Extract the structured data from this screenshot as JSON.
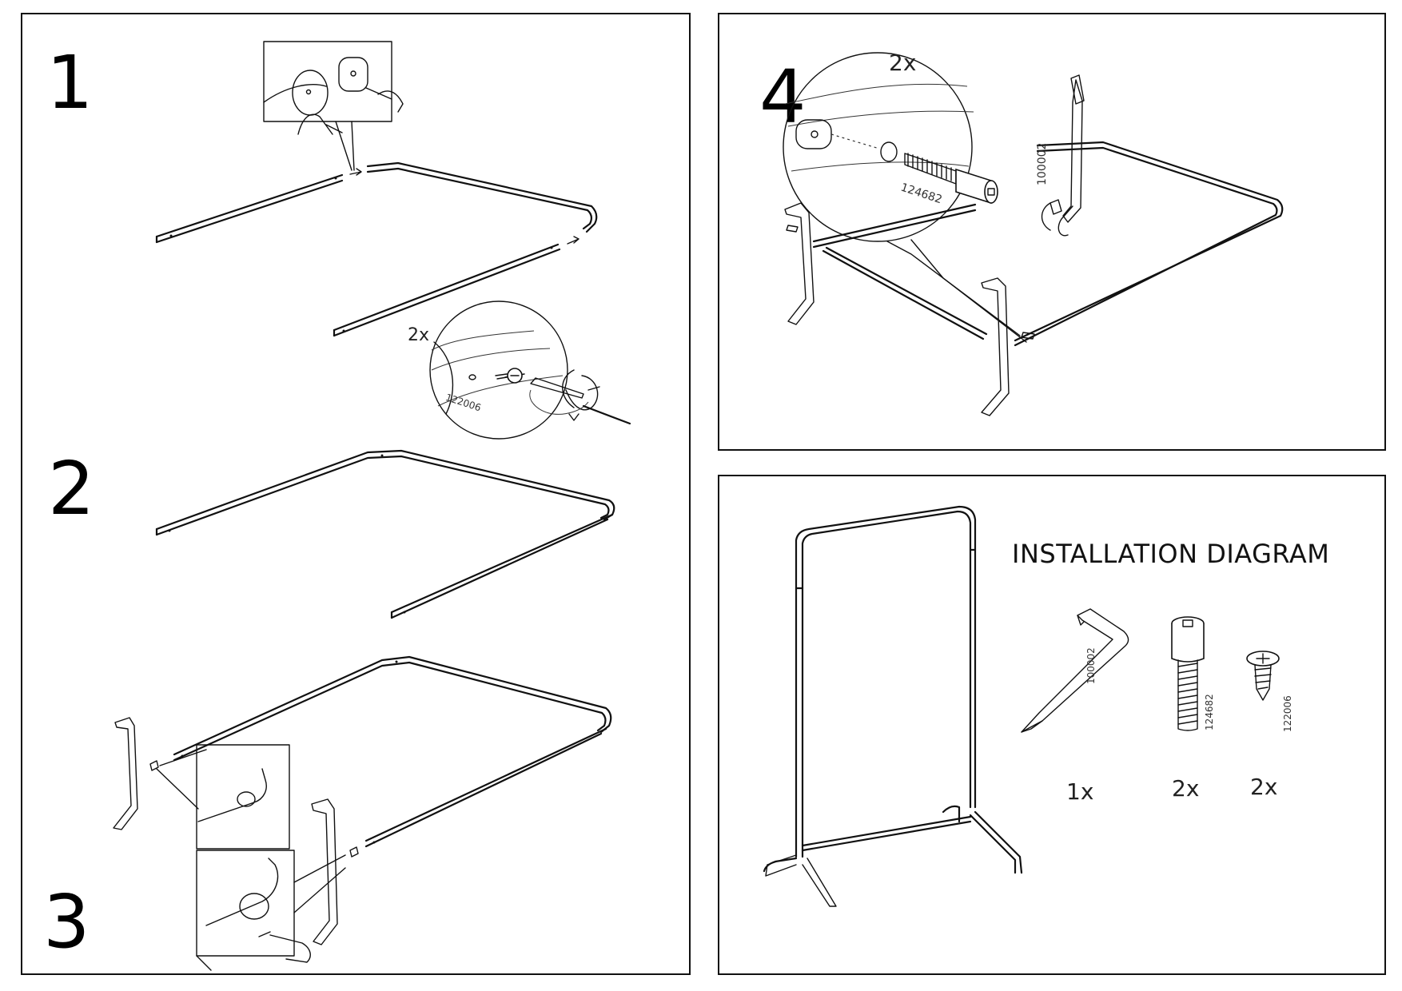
{
  "steps": {
    "step1": {
      "number": "1"
    },
    "step2": {
      "number": "2",
      "detail_qty": "2x",
      "screw_partno": "122006"
    },
    "step3": {
      "number": "3"
    },
    "step4": {
      "number": "4",
      "detail_qty": "2x",
      "bolt_partno": "124682",
      "wrench_partno": "100002"
    }
  },
  "parts_panel": {
    "title": "INSTALLATION DIAGRAM",
    "parts": [
      {
        "name": "hex key",
        "partno": "100002",
        "qty": "1x"
      },
      {
        "name": "bolt",
        "partno": "124682",
        "qty": "2x"
      },
      {
        "name": "screw",
        "partno": "122006",
        "qty": "2x"
      }
    ]
  }
}
